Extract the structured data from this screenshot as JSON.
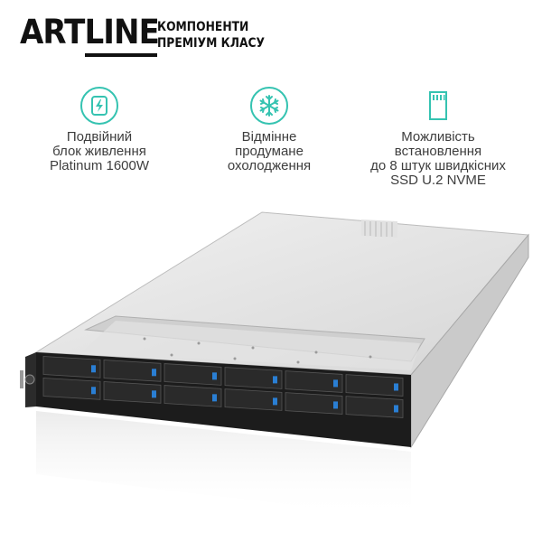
{
  "brand": {
    "logo_text": "ARTLINE",
    "tagline": "КОМПОНЕНТИ\nПРЕМІУМ КЛАСУ",
    "accent_color": "#35c3b1"
  },
  "features": [
    {
      "icon": "lightning-icon",
      "label": "Подвійний\nблок живлення\nPlatinum 1600W"
    },
    {
      "icon": "snowflake-icon",
      "label": "Відмінне\nпродумане\nохолодження"
    },
    {
      "icon": "sd-card-icon",
      "label": "Можливість\nвстановлення\nдо 8 штук швидкісних\nSSD U.2 NVME"
    }
  ],
  "product": {
    "image": "rack-server-1u",
    "drive_bays": 12,
    "bay_led_color": "#2a7fd4"
  }
}
